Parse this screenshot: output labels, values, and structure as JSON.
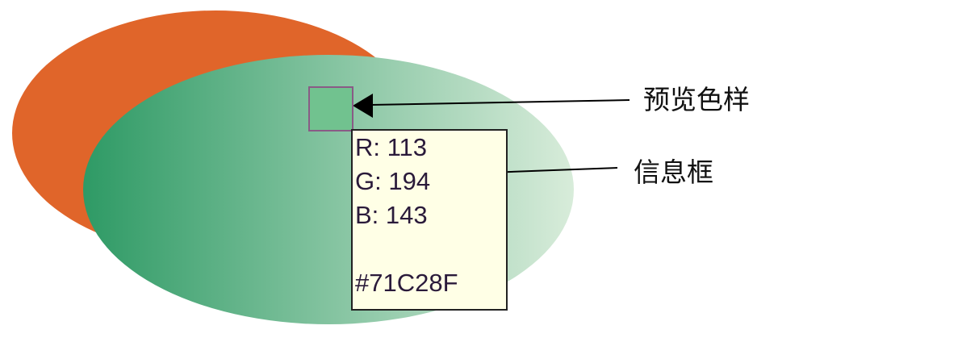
{
  "colors": {
    "orange": "#e0652a",
    "green_left": "#2e9a65",
    "green_right": "#d8ecda",
    "preview": "#71C28F"
  },
  "info": {
    "r": "R: 113",
    "g": "G: 194",
    "b": "B: 143",
    "hex": "#71C28F"
  },
  "annotations": {
    "preview_label": "预览色样",
    "info_label": "信息框"
  }
}
